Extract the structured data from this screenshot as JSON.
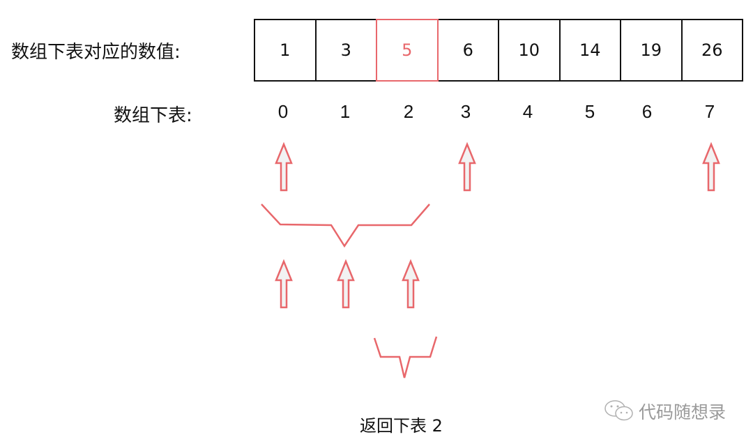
{
  "labels": {
    "values_row": "数组下表对应的数值:",
    "index_row": "数组下表:",
    "result": "返回下表 2"
  },
  "array": {
    "values": [
      "1",
      "3",
      "5",
      "6",
      "10",
      "14",
      "19",
      "26"
    ],
    "indices": [
      "0",
      "1",
      "2",
      "3",
      "4",
      "5",
      "6",
      "7"
    ],
    "highlighted_index": 2
  },
  "colors": {
    "highlight": "#e8676b",
    "border": "#111111",
    "arrow_fill": "#f2f2f2"
  },
  "watermark": {
    "icon": "wechat-icon",
    "text": "代码随想录"
  }
}
